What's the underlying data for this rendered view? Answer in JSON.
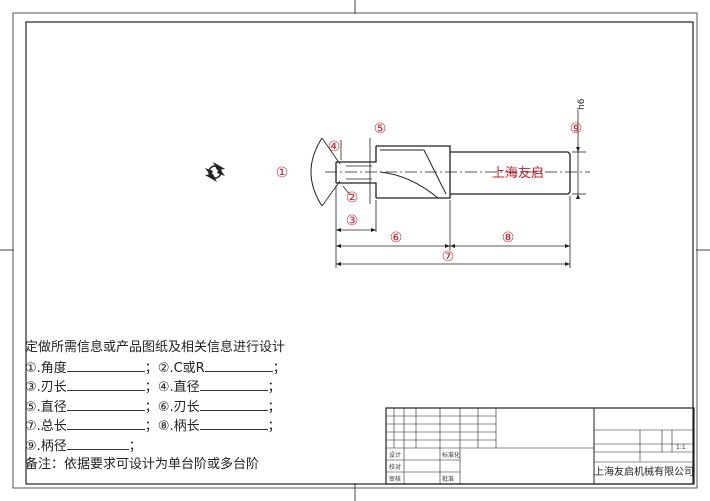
{
  "drawing": {
    "callouts": [
      "①",
      "②",
      "③",
      "④",
      "⑤",
      "⑥",
      "⑦",
      "⑧",
      "⑨"
    ],
    "tolerance": "h6",
    "watermark": "上海友启"
  },
  "form": {
    "title": "定做所需信息或产品图纸及相关信息进行设计",
    "rows": [
      {
        "a": "①.角度",
        "sep": "；",
        "b": "②.C或R",
        "end": "；"
      },
      {
        "a": "③.刃长",
        "sep": "；",
        "b": "④.直径",
        "end": "；"
      },
      {
        "a": "⑤.直径",
        "sep": "；",
        "b": "⑥.刃长",
        "end": "；"
      },
      {
        "a": "⑦.总长",
        "sep": "；",
        "b": "⑧.柄长",
        "end": "；"
      }
    ],
    "last_row": {
      "a": "⑨.柄径",
      "end": "；"
    },
    "note": "备注：依据要求可设计为单台阶或多台阶"
  },
  "title_block": {
    "company": "上海友启机械有限公司",
    "scale": "1:1",
    "labels_left": [
      "设计",
      "校对",
      "审核"
    ],
    "labels_mid": [
      "标准化",
      "批准"
    ]
  },
  "colors": {
    "callout": "#d0202a",
    "line": "#222222"
  }
}
